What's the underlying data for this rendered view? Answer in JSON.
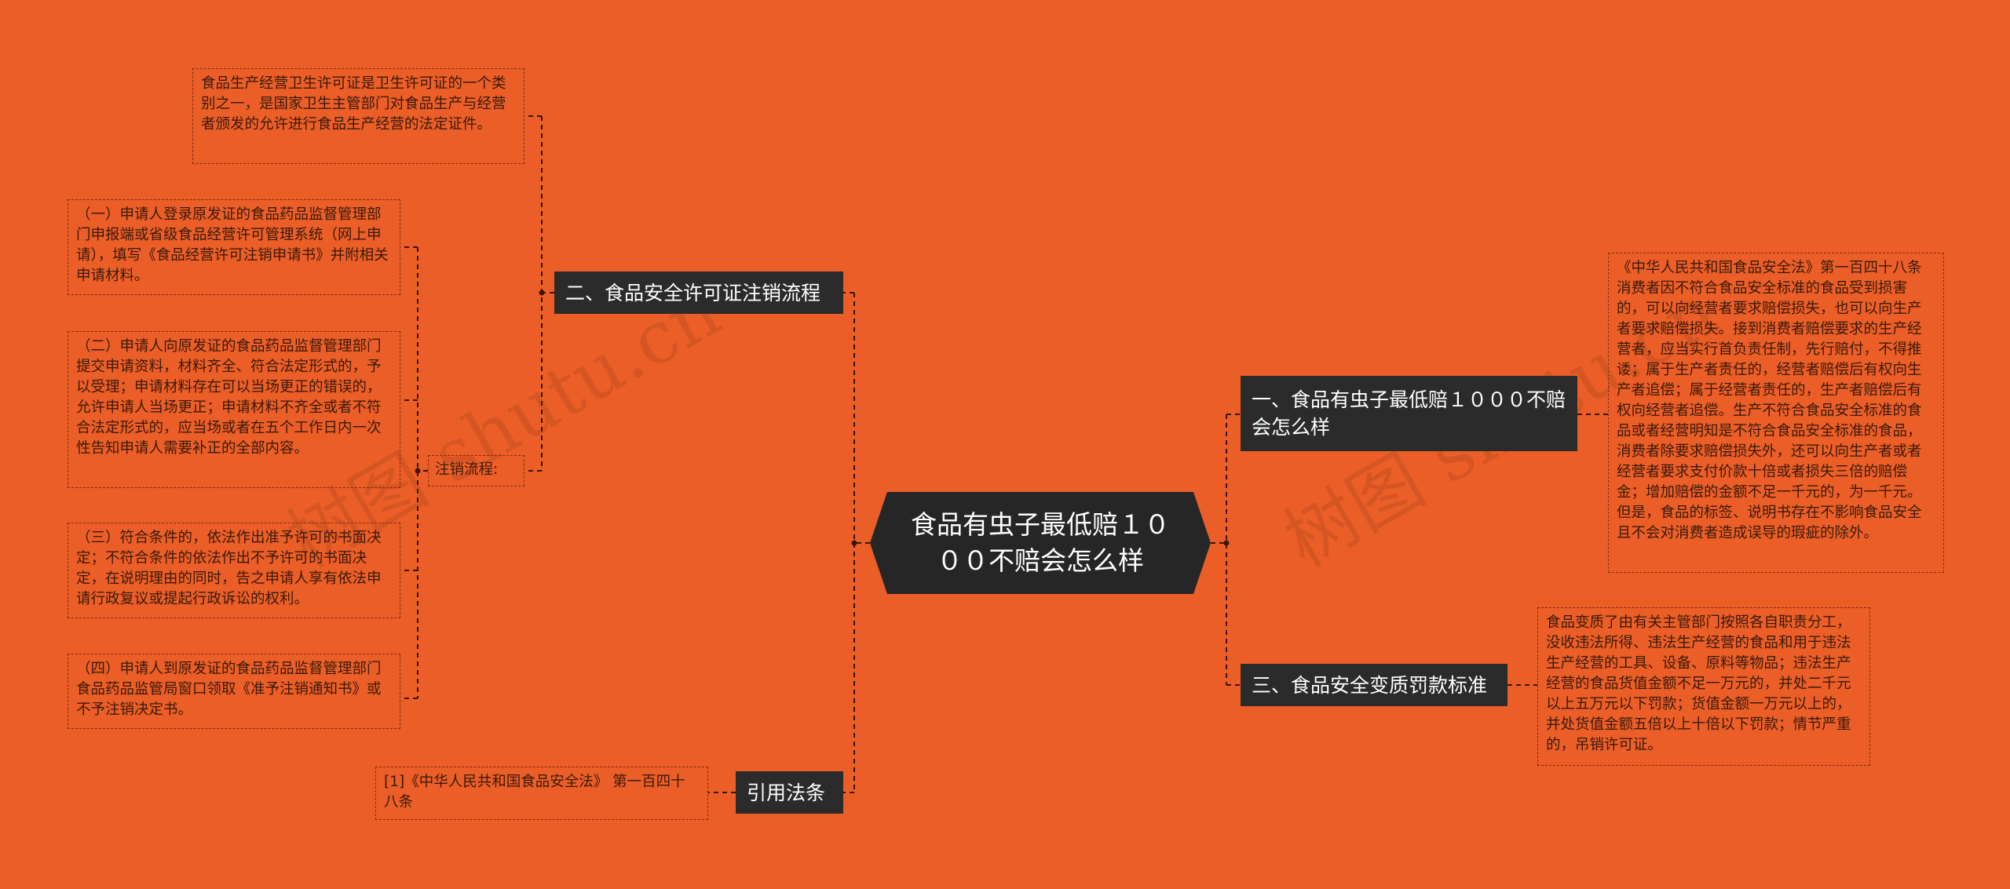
{
  "center": {
    "label": "食品有虫子最低赔１０００不赔会怎么样"
  },
  "branches": {
    "b2": {
      "label": "二、食品安全许可证注销流程"
    },
    "cite": {
      "label": "引用法条"
    },
    "b1": {
      "label": "一、食品有虫子最低赔１０００不赔会怎么样"
    },
    "b3": {
      "label": "三、食品安全变质罚款标准"
    }
  },
  "leaves": {
    "intro": "食品生产经营卫生许可证是卫生许可证的一个类别之一，是国家卫生主管部门对食品生产与经营者颁发的允许进行食品生产经营的法定证件。",
    "process_label": "注销流程:",
    "step1": "（一）申请人登录原发证的食品药品监督管理部门申报端或省级食品经营许可管理系统（网上申请），填写《食品经营许可注销申请书》并附相关申请材料。",
    "step2": "（二）申请人向原发证的食品药品监督管理部门提交申请资料，材料齐全、符合法定形式的，予以受理；申请材料存在可以当场更正的错误的，允许申请人当场更正；申请材料不齐全或者不符合法定形式的，应当场或者在五个工作日内一次性告知申请人需要补正的全部内容。",
    "step3": "（三）符合条件的，依法作出准予许可的书面决定；不符合条件的依法作出不予许可的书面决定，在说明理由的同时，告之申请人享有依法申请行政复议或提起行政诉讼的权利。",
    "step4": "（四）申请人到原发证的食品药品监督管理部门食品药品监管局窗口领取《准予注销通知书》或不予注销决定书。",
    "citation": "[1]《中华人民共和国食品安全法》 第一百四十八条",
    "law148": "《中华人民共和国食品安全法》第一百四十八条消费者因不符合食品安全标准的食品受到损害的，可以向经营者要求赔偿损失，也可以向生产者要求赔偿损失。接到消费者赔偿要求的生产经营者，应当实行首负责任制，先行赔付，不得推诿；属于生产者责任的，经营者赔偿后有权向生产者追偿；属于经营者责任的，生产者赔偿后有权向经营者追偿。生产不符合食品安全标准的食品或者经营明知是不符合食品安全标准的食品，消费者除要求赔偿损失外，还可以向生产者或者经营者要求支付价款十倍或者损失三倍的赔偿金；增加赔偿的金额不足一千元的，为一千元。但是，食品的标签、说明书存在不影响食品安全且不会对消费者造成误导的瑕疵的除外。",
    "penalty": "食品变质了由有关主管部门按照各自职责分工，没收违法所得、违法生产经营的食品和用于违法生产经营的工具、设备、原料等物品；违法生产经营的食品货值金额不足一万元的，并处二千元以上五万元以下罚款；货值金额一万元以上的，并处货值金额五倍以上十倍以下罚款；情节严重的，吊销许可证。"
  },
  "watermarks": [
    "树图 shutu.cn",
    "树图 shutu.cn"
  ],
  "colors": {
    "background": "#eb5e27",
    "node_dark": "#262626",
    "link": "#3b1608"
  }
}
